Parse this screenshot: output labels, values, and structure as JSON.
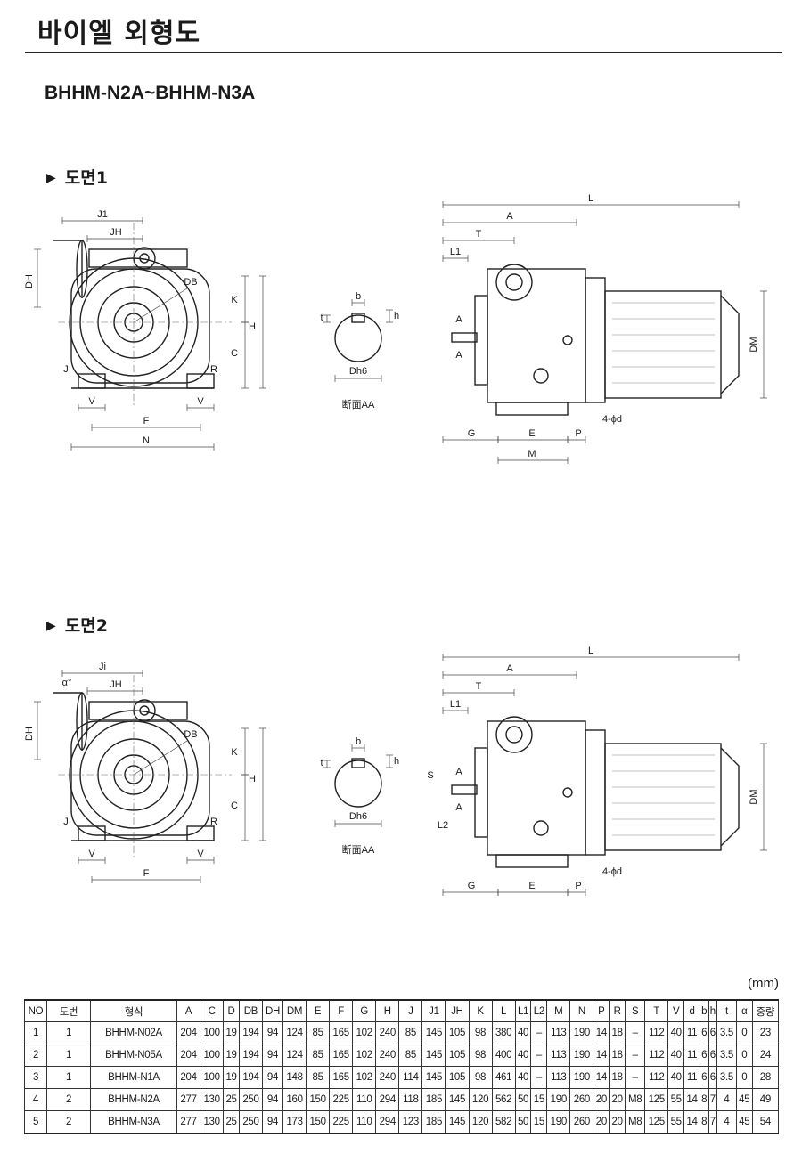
{
  "page_title": "바이엘 외형도",
  "model_range": "BHHM-N2A~BHHM-N3A",
  "drawings": [
    {
      "label": "도면1",
      "section_label": "断面AA",
      "front_labels": [
        "J1",
        "JH",
        "DH",
        "DB",
        "K",
        "H",
        "C",
        "J",
        "R",
        "V",
        "V",
        "F",
        "N"
      ],
      "key_labels": [
        "b",
        "h",
        "t",
        "Dh6"
      ],
      "side_labels": [
        "L",
        "A",
        "T",
        "L1",
        "A",
        "A",
        "DM",
        "4-ϕd",
        "G",
        "E",
        "P",
        "M"
      ]
    },
    {
      "label": "도면2",
      "section_label": "断面AA",
      "front_labels": [
        "Ji",
        "JH",
        "DH",
        "α°",
        "DB",
        "K",
        "H",
        "C",
        "J",
        "R",
        "V",
        "V",
        "F"
      ],
      "key_labels": [
        "b",
        "h",
        "t",
        "Dh6"
      ],
      "side_labels": [
        "L",
        "A",
        "T",
        "L1",
        "S",
        "A",
        "A",
        "L2",
        "DM",
        "4-ϕd",
        "G",
        "E",
        "P"
      ]
    }
  ],
  "unit": "(mm)",
  "table": {
    "headers": [
      "NO",
      "도번",
      "형식",
      "A",
      "C",
      "D",
      "DB",
      "DH",
      "DM",
      "E",
      "F",
      "G",
      "H",
      "J",
      "J1",
      "JH",
      "K",
      "L",
      "L1",
      "L2",
      "M",
      "N",
      "P",
      "R",
      "S",
      "T",
      "V",
      "d",
      "b",
      "h",
      "t",
      "α",
      "중량"
    ],
    "rows": [
      [
        "1",
        "1",
        "BHHM-N02A",
        "204",
        "100",
        "19",
        "194",
        "94",
        "124",
        "85",
        "165",
        "102",
        "240",
        "85",
        "145",
        "105",
        "98",
        "380",
        "40",
        "–",
        "113",
        "190",
        "14",
        "18",
        "–",
        "112",
        "40",
        "11",
        "6",
        "6",
        "3.5",
        "0",
        "23"
      ],
      [
        "2",
        "1",
        "BHHM-N05A",
        "204",
        "100",
        "19",
        "194",
        "94",
        "124",
        "85",
        "165",
        "102",
        "240",
        "85",
        "145",
        "105",
        "98",
        "400",
        "40",
        "–",
        "113",
        "190",
        "14",
        "18",
        "–",
        "112",
        "40",
        "11",
        "6",
        "6",
        "3.5",
        "0",
        "24"
      ],
      [
        "3",
        "1",
        "BHHM-N1A",
        "204",
        "100",
        "19",
        "194",
        "94",
        "148",
        "85",
        "165",
        "102",
        "240",
        "114",
        "145",
        "105",
        "98",
        "461",
        "40",
        "–",
        "113",
        "190",
        "14",
        "18",
        "–",
        "112",
        "40",
        "11",
        "6",
        "6",
        "3.5",
        "0",
        "28"
      ],
      [
        "4",
        "2",
        "BHHM-N2A",
        "277",
        "130",
        "25",
        "250",
        "94",
        "160",
        "150",
        "225",
        "110",
        "294",
        "118",
        "185",
        "145",
        "120",
        "562",
        "50",
        "15",
        "190",
        "260",
        "20",
        "20",
        "M8",
        "125",
        "55",
        "14",
        "8",
        "7",
        "4",
        "45",
        "49"
      ],
      [
        "5",
        "2",
        "BHHM-N3A",
        "277",
        "130",
        "25",
        "250",
        "94",
        "173",
        "150",
        "225",
        "110",
        "294",
        "123",
        "185",
        "145",
        "120",
        "582",
        "50",
        "15",
        "190",
        "260",
        "20",
        "20",
        "M8",
        "125",
        "55",
        "14",
        "8",
        "7",
        "4",
        "45",
        "54"
      ]
    ]
  }
}
